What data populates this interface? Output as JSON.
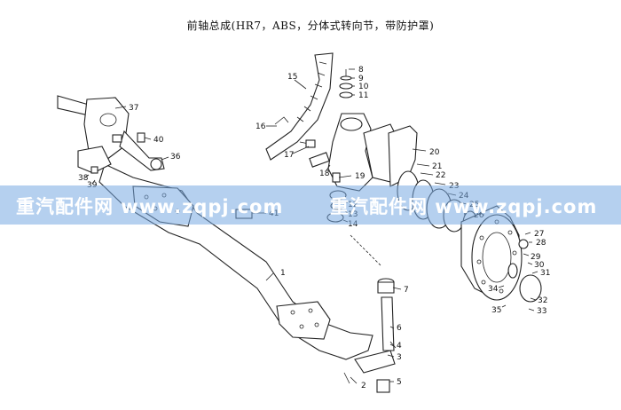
{
  "title": "前轴总成(HR7，ABS，分体式转向节，带防护罩)",
  "watermark": {
    "text_left": "重汽配件网 www.zqpj.com",
    "text_right": "重汽配件网 www.zqpj.com"
  },
  "callouts": [
    {
      "id": "1",
      "num": "1"
    },
    {
      "id": "2",
      "num": "2"
    },
    {
      "id": "3",
      "num": "3"
    },
    {
      "id": "4",
      "num": "4"
    },
    {
      "id": "5",
      "num": "5"
    },
    {
      "id": "6",
      "num": "6"
    },
    {
      "id": "7",
      "num": "7"
    },
    {
      "id": "8",
      "num": "8"
    },
    {
      "id": "9",
      "num": "9"
    },
    {
      "id": "10",
      "num": "10"
    },
    {
      "id": "11",
      "num": "11"
    },
    {
      "id": "12",
      "num": "12"
    },
    {
      "id": "13",
      "num": "13"
    },
    {
      "id": "14",
      "num": "14"
    },
    {
      "id": "15",
      "num": "15"
    },
    {
      "id": "16",
      "num": "16"
    },
    {
      "id": "17",
      "num": "17"
    },
    {
      "id": "18",
      "num": "18"
    },
    {
      "id": "19",
      "num": "19"
    },
    {
      "id": "20",
      "num": "20"
    },
    {
      "id": "21",
      "num": "21"
    },
    {
      "id": "22",
      "num": "22"
    },
    {
      "id": "23",
      "num": "23"
    },
    {
      "id": "24",
      "num": "24"
    },
    {
      "id": "25",
      "num": "25"
    },
    {
      "id": "26",
      "num": "26"
    },
    {
      "id": "27",
      "num": "27"
    },
    {
      "id": "28",
      "num": "28"
    },
    {
      "id": "29",
      "num": "29"
    },
    {
      "id": "30",
      "num": "30"
    },
    {
      "id": "31",
      "num": "31"
    },
    {
      "id": "32",
      "num": "32"
    },
    {
      "id": "33",
      "num": "33"
    },
    {
      "id": "34",
      "num": "34"
    },
    {
      "id": "35",
      "num": "35"
    },
    {
      "id": "36",
      "num": "36"
    },
    {
      "id": "37",
      "num": "37"
    },
    {
      "id": "38",
      "num": "38"
    },
    {
      "id": "39",
      "num": "39"
    },
    {
      "id": "40",
      "num": "40"
    },
    {
      "id": "41",
      "num": "41"
    }
  ]
}
